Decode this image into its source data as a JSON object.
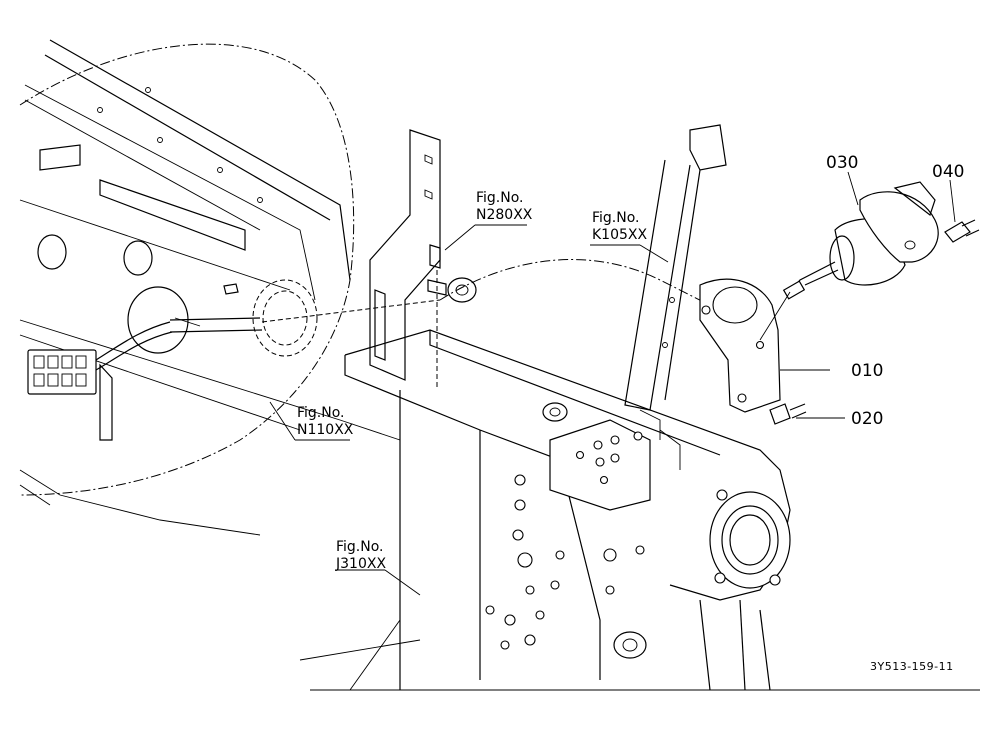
{
  "figure": {
    "references": [
      {
        "id": "n280",
        "prefix": "Fig.No.",
        "code": "N280XX"
      },
      {
        "id": "k105",
        "prefix": "Fig.No.",
        "code": "K105XX"
      },
      {
        "id": "n110",
        "prefix": "Fig.No.",
        "code": "N110XX"
      },
      {
        "id": "j310",
        "prefix": "Fig.No.",
        "code": "J310XX"
      }
    ],
    "parts": [
      "030",
      "040",
      "010",
      "020"
    ],
    "drawing_code": "3Y513-159-11"
  }
}
